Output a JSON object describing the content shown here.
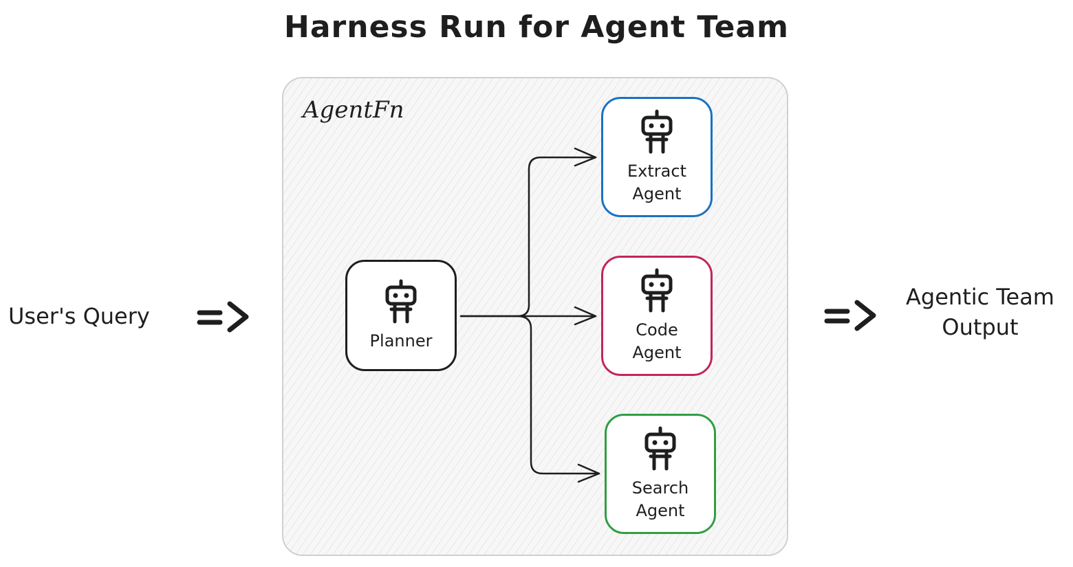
{
  "title": "Harness Run for Agent Team",
  "container": {
    "label": "AgentFn"
  },
  "input": {
    "label": "User's Query",
    "arrow_icon": "double-arrow-right-icon"
  },
  "output": {
    "label": "Agentic Team\nOutput",
    "arrow_icon": "double-arrow-right-icon"
  },
  "nodes": {
    "planner": {
      "label": "Planner",
      "icon": "robot-icon",
      "border_color": "#1e1e1e"
    },
    "extract": {
      "label": "Extract\nAgent",
      "icon": "robot-icon",
      "border_color": "#1971c2"
    },
    "code": {
      "label": "Code\nAgent",
      "icon": "robot-icon",
      "border_color": "#c2255c"
    },
    "search": {
      "label": "Search\nAgent",
      "icon": "robot-icon",
      "border_color": "#2f9e44"
    }
  },
  "edges": [
    {
      "from": "planner",
      "to": "extract"
    },
    {
      "from": "planner",
      "to": "code"
    },
    {
      "from": "planner",
      "to": "search"
    }
  ]
}
